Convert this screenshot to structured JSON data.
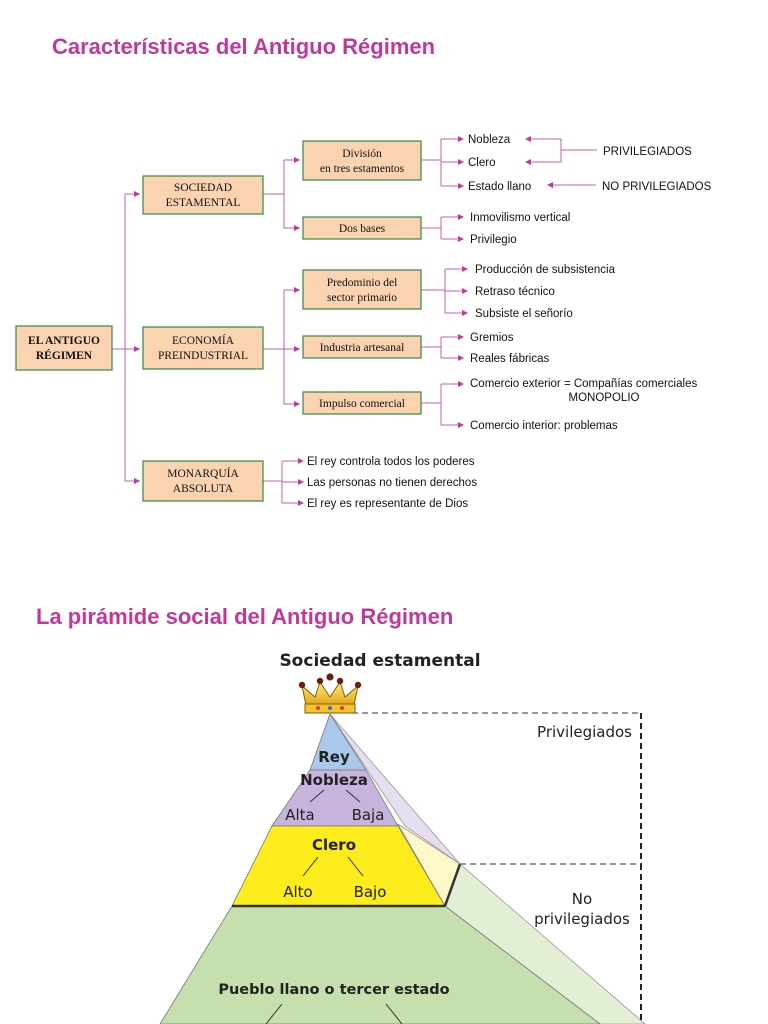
{
  "section1": {
    "title": "Características del Antiguo Régimen"
  },
  "section2": {
    "title": "La pirámide social del Antiguo Régimen"
  },
  "concept_map": {
    "root": {
      "line1": "EL ANTIGUO",
      "line2": "RÉGIMEN"
    },
    "sociedad": {
      "line1": "SOCIEDAD",
      "line2": "ESTAMENTAL"
    },
    "economia": {
      "line1": "ECONOMÍA",
      "line2": "PREINDUSTRIAL"
    },
    "monarquia": {
      "line1": "MONARQUÍA",
      "line2": "ABSOLUTA"
    },
    "division": {
      "line1": "División",
      "line2": "en tres estamentos"
    },
    "dos_bases": "Dos bases",
    "predominio": {
      "line1": "Predominio del",
      "line2": "sector primario"
    },
    "industria": "Industria artesanal",
    "impulso": "Impulso comercial",
    "leaves": {
      "nobleza": "Nobleza",
      "clero": "Clero",
      "estado_llano": "Estado llano",
      "privilegiados": "PRIVILEGIADOS",
      "no_privilegiados": "NO PRIVILEGIADOS",
      "inmovilismo": "Inmovilismo vertical",
      "privilegio": "Privilegio",
      "produccion": "Producción de subsistencia",
      "retraso": "Retraso técnico",
      "subsiste": "Subsiste el señorío",
      "gremios": "Gremios",
      "reales": "Reales fábricas",
      "comercio_ext_1": "Comercio exterior = Compañías comerciales",
      "comercio_ext_2": "MONOPOLIO",
      "comercio_int": "Comercio interior: problemas",
      "rey_controla": "El rey controla todos los poderes",
      "personas": "Las personas no tienen derechos",
      "rey_dios": "El rey es representante de Dios"
    }
  },
  "pyramid": {
    "heading": "Sociedad estamental",
    "rey": "Rey",
    "nobleza": "Nobleza",
    "nobleza_alta": "Alta",
    "nobleza_baja": "Baja",
    "clero": "Clero",
    "clero_alto": "Alto",
    "clero_bajo": "Bajo",
    "pueblo": "Pueblo llano o tercer estado",
    "privilegiados": "Privilegiados",
    "no_priv_1": "No",
    "no_priv_2": "privilegiados",
    "colors": {
      "rey": "#a9c8ea",
      "nobleza": "#c7b4dc",
      "clero": "#fcec1c",
      "pueblo": "#c6dfae",
      "side_light": "#e2efd4",
      "side_yellow": "#fdf8c8",
      "side_lilac": "#e6ddee",
      "accent": "#c0399a"
    }
  }
}
